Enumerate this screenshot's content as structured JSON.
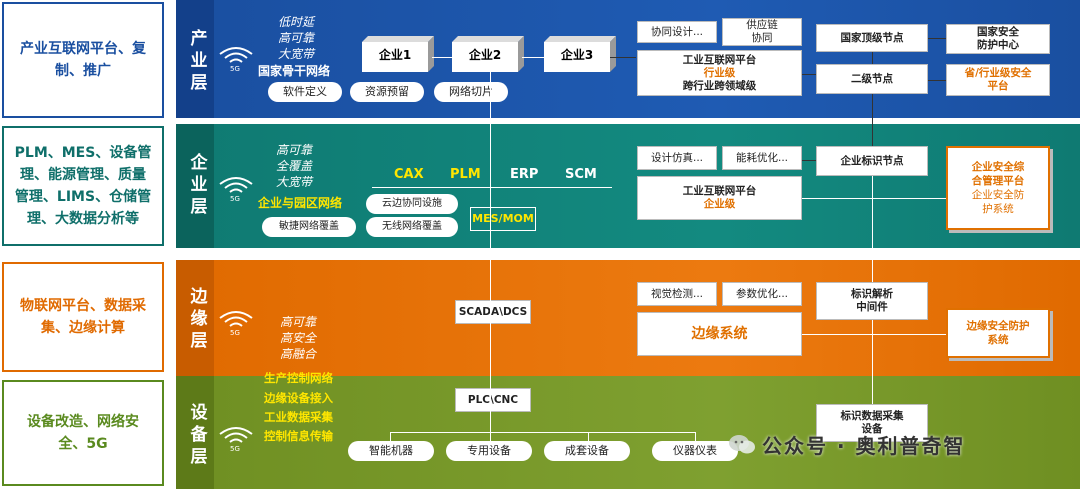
{
  "left_boxes": [
    {
      "text": "产业互联网平台、复制、推广",
      "color": "#1a4fa0"
    },
    {
      "text": "PLM、MES、设备管理、能源管理、质量管理、LIMS、仓储管理、大数据分析等",
      "color": "#0f6f6a"
    },
    {
      "text": "物联网平台、数据采集、边缘计算",
      "color": "#e06a00"
    },
    {
      "text": "设备改造、网络安全、5G",
      "color": "#5a8a1f"
    }
  ],
  "layers": {
    "industry": {
      "title": "产业层",
      "features": [
        "低时延",
        "高可靠",
        "大宽带"
      ],
      "network": "国家骨干网络",
      "pills": [
        "软件定义",
        "资源预留",
        "网络切片"
      ],
      "enterprises": [
        "企业1",
        "企业2",
        "企业3"
      ],
      "apps": [
        "协同设计...",
        "供应链\n协同"
      ],
      "platform": {
        "line1": "工业互联网平台",
        "line2": "行业级",
        "line3": "跨行业跨领域级"
      },
      "nodes": [
        "国家顶级节点",
        "二级节点"
      ],
      "security": [
        "国家安全\n防护中心",
        "省/行业级安全\n平台"
      ]
    },
    "enterprise": {
      "title": "企业层",
      "features": [
        "高可靠",
        "全覆盖",
        "大宽带"
      ],
      "network": "企业与园区网络",
      "systems": [
        "CAX",
        "PLM",
        "ERP",
        "SCM"
      ],
      "pills": [
        "云边协同设施",
        "敏捷网络覆盖",
        "无线网络覆盖"
      ],
      "mes": "MES/MOM",
      "apps": [
        "设计仿真...",
        "能耗优化..."
      ],
      "platform": {
        "line1": "工业互联网平台",
        "line2": "企业级"
      },
      "node": "企业标识节点",
      "security": {
        "line1": "企业安全综",
        "line2": "合管理平台",
        "line3": "企业安全防",
        "line4": "护系统"
      }
    },
    "edge": {
      "title": "边缘层",
      "features": [
        "高可靠",
        "高安全",
        "高融合"
      ],
      "scada": "SCADA\\DCS",
      "apps": [
        "视觉检测...",
        "参数优化..."
      ],
      "system": "边缘系统",
      "node": "标识解析\n中间件",
      "security": "边缘安全防护\n系统"
    },
    "device": {
      "title": "设备层",
      "networks": [
        "生产控制网络",
        "边缘设备接入",
        "工业数据采集",
        "控制信息传输"
      ],
      "plc": "PLC\\CNC",
      "devices": [
        "智能机器",
        "专用设备",
        "成套设备",
        "仪器仪表"
      ],
      "node": "标识数据采集\n设备"
    }
  },
  "wifi_label": "5G",
  "watermark": "公众号 · 奥利普奇智",
  "colors": {
    "industry": "#1a4fa0",
    "enterprise": "#0f7a72",
    "edge": "#e06a00",
    "device": "#6f8f22",
    "yellow": "#ffe600",
    "orange_text": "#e07000"
  }
}
